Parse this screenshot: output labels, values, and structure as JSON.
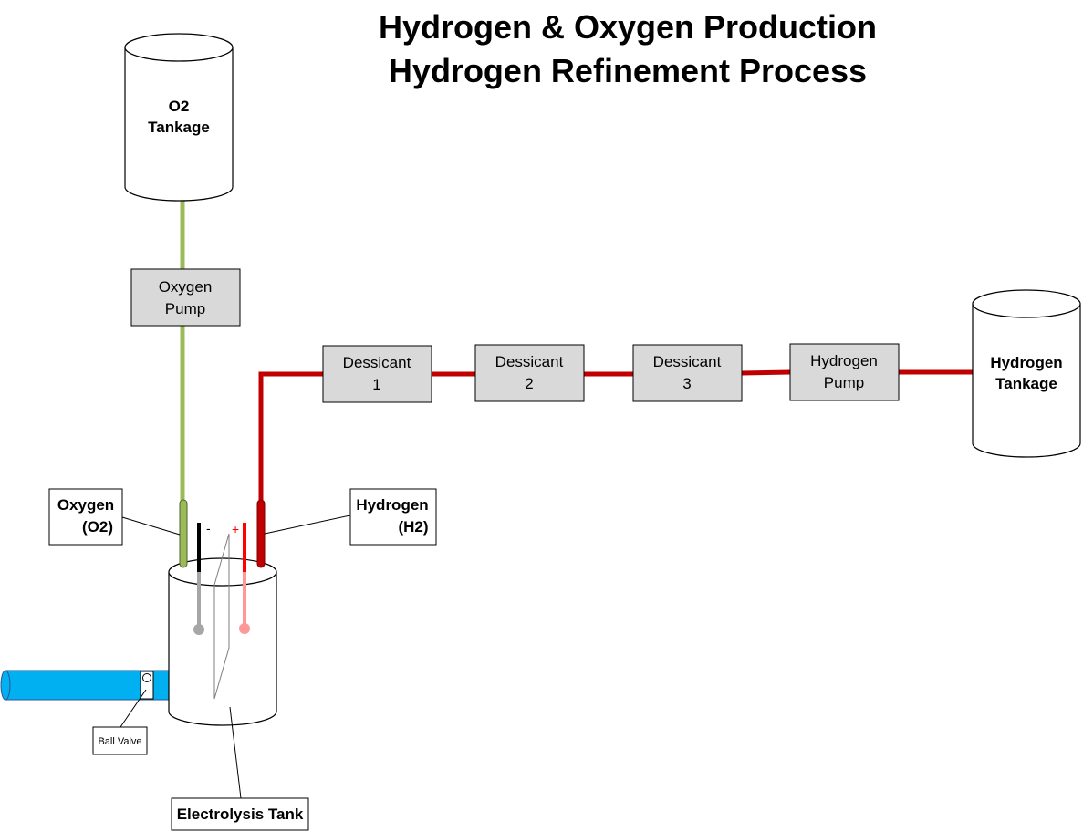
{
  "title": {
    "line1": "Hydrogen & Oxygen Production",
    "line2": "Hydrogen Refinement Process"
  },
  "o2_tank": {
    "line1": "O2",
    "line2": "Tankage"
  },
  "oxygen_pump": {
    "line1": "Oxygen",
    "line2": "Pump"
  },
  "dessicants": [
    {
      "line1": "Dessicant",
      "line2": "1"
    },
    {
      "line1": "Dessicant",
      "line2": "2"
    },
    {
      "line1": "Dessicant",
      "line2": "3"
    }
  ],
  "hydrogen_pump": {
    "line1": "Hydrogen",
    "line2": "Pump"
  },
  "hydrogen_tank": {
    "line1": "Hydrogen",
    "line2": "Tankage"
  },
  "oxygen_callout": {
    "line1": "Oxygen",
    "line2": "(O2)"
  },
  "hydrogen_callout": {
    "line1": "Hydrogen",
    "line2": "(H2)"
  },
  "electrode_negative": "-",
  "electrode_positive": "+",
  "ball_valve": "Ball Valve",
  "electrolysis_tank": "Electrolysis Tank",
  "colors": {
    "oxygen_line": "#9bbb59",
    "hydrogen_line": "#c00000",
    "inlet_pipe": "#00b0f0",
    "box_fill": "#d9d9d9",
    "electrode_negative": "#000000",
    "electrode_positive": "#ff0000"
  }
}
